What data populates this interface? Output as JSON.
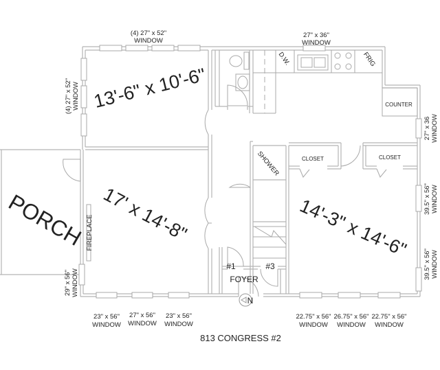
{
  "title": "813 CONGRESS #2",
  "rooms": {
    "bedroom_nw": {
      "dimensions": "13'-6\" x 10'-6\""
    },
    "living": {
      "dimensions": "17' x 14'-8\""
    },
    "bedroom_se": {
      "dimensions": "14'-3\" x 14'-6\""
    },
    "porch": {
      "label": "PORCH"
    },
    "foyer": {
      "label": "FOYER"
    },
    "shower": {
      "label": "SHOWER"
    },
    "closet_1": {
      "label": "CLOSET"
    },
    "closet_2": {
      "label": "CLOSET"
    },
    "fireplace": {
      "label": "FIREPLACE"
    },
    "counter": {
      "label": "COUNTER"
    },
    "dishwasher": {
      "label": "D.W."
    },
    "fridge": {
      "label": "FRIG"
    },
    "unit_1": {
      "label": "#1"
    },
    "unit_3": {
      "label": "#3"
    }
  },
  "windows": {
    "nw_top": {
      "size": "(4) 27\" x 52\"",
      "label": "WINDOW"
    },
    "nw_left": {
      "size": "(4) 27\" x 52\"",
      "label": "WINDOW"
    },
    "kitchen_top": {
      "size": "27\" x 36\"",
      "label": "WINDOW"
    },
    "east_upper": {
      "size": "27\" x 36",
      "label": "WINDOW"
    },
    "east_mid": {
      "size": "39.5\" x 56\"",
      "label": "WINDOW"
    },
    "east_low": {
      "size": "39.5\" x 56\"",
      "label": "WINDOW"
    },
    "living_left": {
      "size": "29\" x 56\"",
      "label": "WINDOW"
    },
    "bottom_1": {
      "size": "23\" x 56\"",
      "label": "WINDOW"
    },
    "bottom_2": {
      "size": "27\" x 56\"",
      "label": "WINDOW"
    },
    "bottom_3": {
      "size": "23\" x 56\"",
      "label": "WINDOW"
    },
    "bottom_4": {
      "size": "22.75\" x 56\"",
      "label": "WINDOW"
    },
    "bottom_5": {
      "size": "26.75\" x 56\"",
      "label": "WINDOW"
    },
    "bottom_6": {
      "size": "22.75\" x 56\"",
      "label": "WINDOW"
    }
  },
  "compass": {
    "label": "N",
    "icon": "north-arrow-icon"
  }
}
